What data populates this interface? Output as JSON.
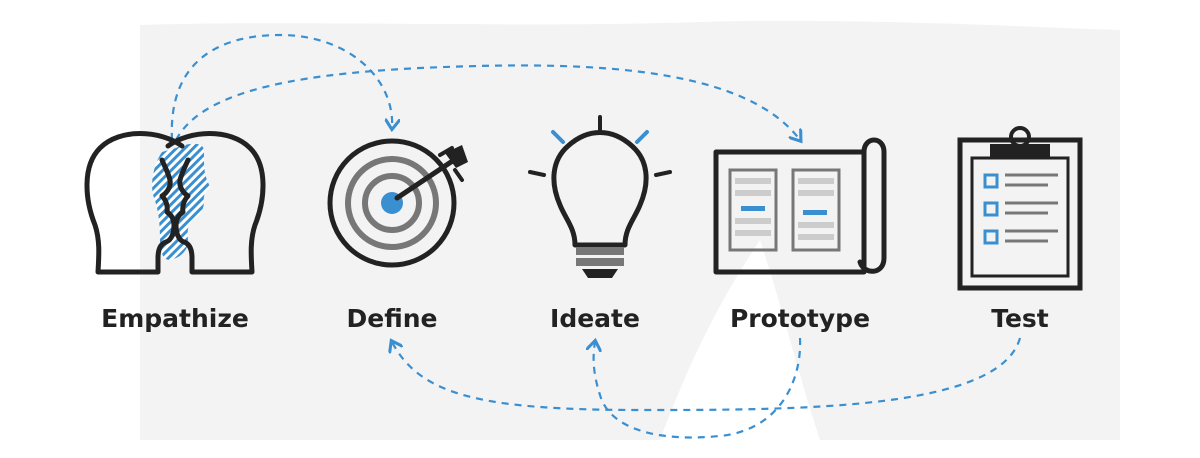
{
  "colors": {
    "ink": "#222222",
    "accent": "#3a8fd0",
    "gray": "#777777",
    "light_gray": "#dddddd",
    "watermark": "#f3f3f3"
  },
  "stages": [
    {
      "label": "Empathize",
      "icon": "two-heads-icon"
    },
    {
      "label": "Define",
      "icon": "target-icon"
    },
    {
      "label": "Ideate",
      "icon": "lightbulb-icon"
    },
    {
      "label": "Prototype",
      "icon": "blueprint-icon"
    },
    {
      "label": "Test",
      "icon": "clipboard-icon"
    }
  ],
  "connections": [
    {
      "from": "Empathize",
      "to": "Define"
    },
    {
      "from": "Empathize",
      "to": "Prototype"
    },
    {
      "from": "Test",
      "to": "Define"
    },
    {
      "from": "Prototype",
      "to": "Ideate"
    }
  ]
}
